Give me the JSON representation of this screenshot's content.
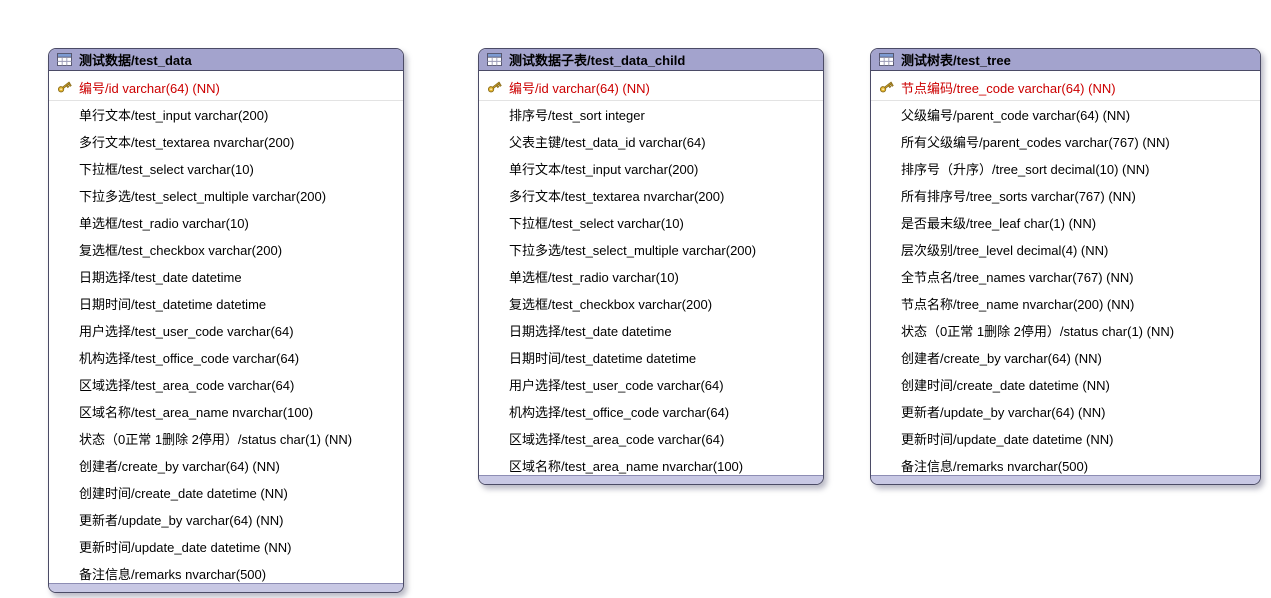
{
  "colors": {
    "header_bg": "#a3a3cd",
    "footer_bg": "#c8c8e4",
    "card_border": "#4b4b66",
    "pk_text": "#cc0000",
    "key_icon": "#e8b830"
  },
  "icons": {
    "table_header": "table-icon",
    "primary_key": "key-icon"
  },
  "tables": [
    {
      "title": "测试数据/test_data",
      "fields": [
        {
          "label": "编号/id varchar(64) (NN)",
          "pk": true
        },
        {
          "label": "单行文本/test_input varchar(200)",
          "pk": false
        },
        {
          "label": "多行文本/test_textarea nvarchar(200)",
          "pk": false
        },
        {
          "label": "下拉框/test_select varchar(10)",
          "pk": false
        },
        {
          "label": "下拉多选/test_select_multiple varchar(200)",
          "pk": false
        },
        {
          "label": "单选框/test_radio varchar(10)",
          "pk": false
        },
        {
          "label": "复选框/test_checkbox varchar(200)",
          "pk": false
        },
        {
          "label": "日期选择/test_date datetime",
          "pk": false
        },
        {
          "label": "日期时间/test_datetime datetime",
          "pk": false
        },
        {
          "label": "用户选择/test_user_code varchar(64)",
          "pk": false
        },
        {
          "label": "机构选择/test_office_code varchar(64)",
          "pk": false
        },
        {
          "label": "区域选择/test_area_code varchar(64)",
          "pk": false
        },
        {
          "label": "区域名称/test_area_name nvarchar(100)",
          "pk": false
        },
        {
          "label": "状态（0正常 1删除 2停用）/status char(1) (NN)",
          "pk": false
        },
        {
          "label": "创建者/create_by varchar(64) (NN)",
          "pk": false
        },
        {
          "label": "创建时间/create_date datetime (NN)",
          "pk": false
        },
        {
          "label": "更新者/update_by varchar(64) (NN)",
          "pk": false
        },
        {
          "label": "更新时间/update_date datetime (NN)",
          "pk": false
        },
        {
          "label": "备注信息/remarks nvarchar(500)",
          "pk": false
        }
      ]
    },
    {
      "title": "测试数据子表/test_data_child",
      "fields": [
        {
          "label": "编号/id varchar(64) (NN)",
          "pk": true
        },
        {
          "label": "排序号/test_sort integer",
          "pk": false
        },
        {
          "label": "父表主键/test_data_id varchar(64)",
          "pk": false
        },
        {
          "label": "单行文本/test_input varchar(200)",
          "pk": false
        },
        {
          "label": "多行文本/test_textarea nvarchar(200)",
          "pk": false
        },
        {
          "label": "下拉框/test_select varchar(10)",
          "pk": false
        },
        {
          "label": "下拉多选/test_select_multiple varchar(200)",
          "pk": false
        },
        {
          "label": "单选框/test_radio varchar(10)",
          "pk": false
        },
        {
          "label": "复选框/test_checkbox varchar(200)",
          "pk": false
        },
        {
          "label": "日期选择/test_date datetime",
          "pk": false
        },
        {
          "label": "日期时间/test_datetime datetime",
          "pk": false
        },
        {
          "label": "用户选择/test_user_code varchar(64)",
          "pk": false
        },
        {
          "label": "机构选择/test_office_code varchar(64)",
          "pk": false
        },
        {
          "label": "区域选择/test_area_code varchar(64)",
          "pk": false
        },
        {
          "label": "区域名称/test_area_name nvarchar(100)",
          "pk": false
        }
      ]
    },
    {
      "title": "测试树表/test_tree",
      "fields": [
        {
          "label": "节点编码/tree_code varchar(64) (NN)",
          "pk": true
        },
        {
          "label": "父级编号/parent_code varchar(64) (NN)",
          "pk": false
        },
        {
          "label": "所有父级编号/parent_codes varchar(767) (NN)",
          "pk": false
        },
        {
          "label": "排序号（升序）/tree_sort decimal(10) (NN)",
          "pk": false
        },
        {
          "label": "所有排序号/tree_sorts varchar(767) (NN)",
          "pk": false
        },
        {
          "label": "是否最末级/tree_leaf char(1) (NN)",
          "pk": false
        },
        {
          "label": "层次级别/tree_level decimal(4) (NN)",
          "pk": false
        },
        {
          "label": "全节点名/tree_names varchar(767) (NN)",
          "pk": false
        },
        {
          "label": "节点名称/tree_name nvarchar(200) (NN)",
          "pk": false
        },
        {
          "label": "状态（0正常 1删除 2停用）/status char(1) (NN)",
          "pk": false
        },
        {
          "label": "创建者/create_by varchar(64) (NN)",
          "pk": false
        },
        {
          "label": "创建时间/create_date datetime (NN)",
          "pk": false
        },
        {
          "label": "更新者/update_by varchar(64) (NN)",
          "pk": false
        },
        {
          "label": "更新时间/update_date datetime (NN)",
          "pk": false
        },
        {
          "label": "备注信息/remarks nvarchar(500)",
          "pk": false
        }
      ]
    }
  ]
}
